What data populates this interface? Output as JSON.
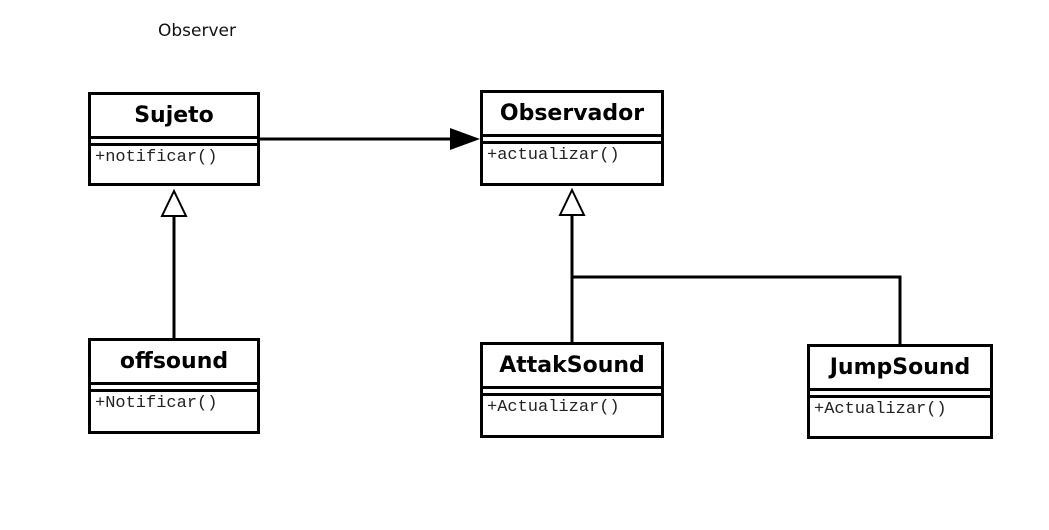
{
  "diagram": {
    "title": "Observer",
    "classes": {
      "sujeto": {
        "name": "Sujeto",
        "operation": "+notificar()"
      },
      "observador": {
        "name": "Observador",
        "operation": "+actualizar()"
      },
      "offsound": {
        "name": "offsound",
        "operation": "+Notificar()"
      },
      "attaksound": {
        "name": "AttakSound",
        "operation": "+Actualizar()"
      },
      "jumpsound": {
        "name": "JumpSound",
        "operation": "+Actualizar()"
      }
    },
    "relationships": [
      {
        "type": "association",
        "from": "Sujeto",
        "to": "Observador"
      },
      {
        "type": "generalization",
        "from": "offsound",
        "to": "Sujeto"
      },
      {
        "type": "generalization",
        "from": "AttakSound",
        "to": "Observador"
      },
      {
        "type": "generalization",
        "from": "JumpSound",
        "to": "Observador"
      }
    ]
  }
}
